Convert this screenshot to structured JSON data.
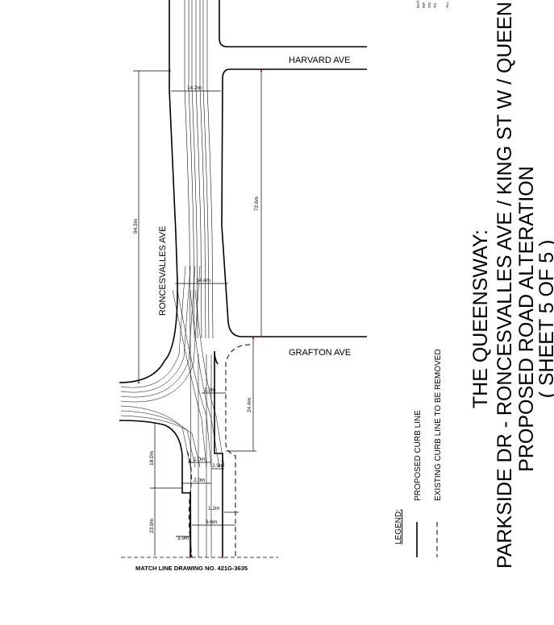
{
  "streets": {
    "harvard": "HARVARD AVE",
    "grafton": "GRAFTON AVE",
    "roncesvalles": "RONCESVALLES AVE"
  },
  "dimensions": {
    "d_14_2": "14.2m",
    "d_72_6": "72.6m",
    "d_94_3": "94.3m",
    "d_14_4": "14.4m",
    "d_1_2a": "1.2m",
    "d_24_4": "24.4m",
    "d_18_0": "18.0m",
    "d_1_0": "1.0m",
    "d_2_9": "2.9m",
    "d_2_0": "2.0m",
    "d_23_9": "23.9m",
    "d_1_2b": "1.2m",
    "d_9_6": "9.6m",
    "d_3_9": "3.9m"
  },
  "match_line": "MATCH LINE DRAWING NO. 421G-3635",
  "legend": {
    "heading": "LEGEND:",
    "proposed": "PROPOSED CURB LINE",
    "existing": "EXISTING CURB LINE TO BE REMOVED"
  },
  "title": {
    "line1": "THE QUEENSWAY:",
    "line2": "PARKSIDE DR - RONCESVALLES AVE / KING ST W / QUEEN",
    "line3": "PROPOSED ROAD ALTERATION",
    "line4": "( SHEET 5 OF 5 )"
  },
  "notes": {
    "n1": "NOT",
    "n2": "INF",
    "n3": "ON",
    "n4": "TO",
    "n5": "ALL"
  },
  "colors": {
    "ink": "#000000",
    "dimension_tick": "#d62020",
    "background": "#ffffff"
  }
}
